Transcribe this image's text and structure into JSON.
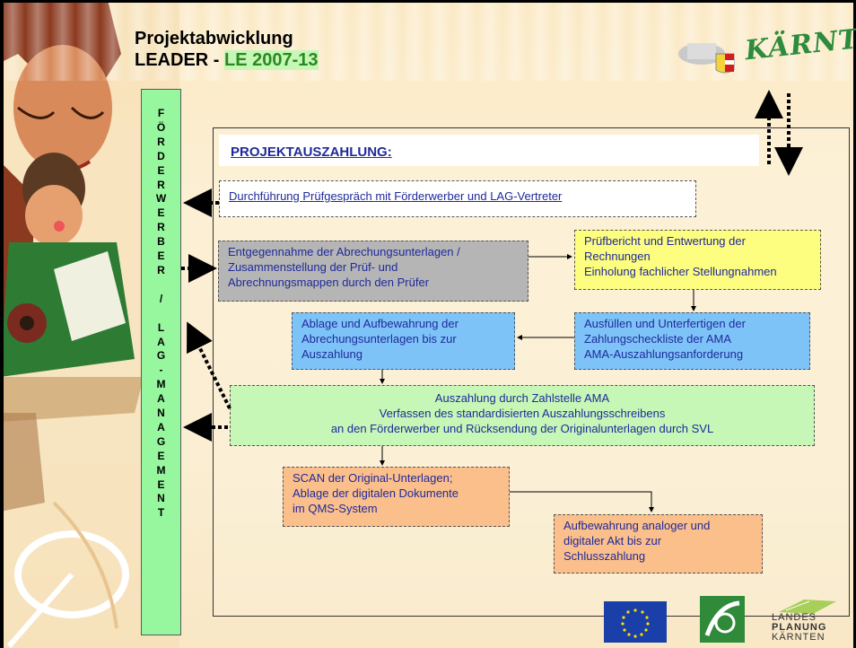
{
  "title": {
    "line1": "Projektabwicklung",
    "line2_prefix": "LEADER - ",
    "line2_accent": "LE 2007-13"
  },
  "logo_text": "KÄRNTEN",
  "sidebar": {
    "letters": [
      "F",
      "Ö",
      "R",
      "D",
      "E",
      "R",
      "W",
      "E",
      "R",
      "B",
      "E",
      "R",
      " ",
      "/",
      " ",
      "L",
      "A",
      "G",
      "-",
      "M",
      "A",
      "N",
      "A",
      "G",
      "E",
      "M",
      "E",
      "N",
      "T"
    ]
  },
  "header": {
    "label": "PROJEKTAUSZAHLUNG:"
  },
  "boxes": {
    "pruefgespraech": "Durchführung Prüfgespräch mit Förderwerber und LAG-Vertreter",
    "entgegennahme": [
      "Entgegennahme der Abrechungsunterlagen /",
      "Zusammenstellung der Prüf- und",
      "Abrechnungsmappen durch den Prüfer"
    ],
    "pruefbericht": [
      "Prüfbericht und Entwertung der",
      "Rechnungen",
      "Einholung fachlicher Stellungnahmen"
    ],
    "ablage": [
      "Ablage und Aufbewahrung der",
      "Abrechungsunterlagen bis zur",
      "Auszahlung"
    ],
    "ausfuellen": [
      "Ausfüllen und Unterfertigen der",
      "Zahlungscheckliste der AMA",
      "AMA-Auszahlungsanforderung"
    ],
    "auszahlung": [
      "Auszahlung durch Zahlstelle AMA",
      "Verfassen des standardisierten Auszahlungsschreibens",
      "an den Förderwerber und Rücksendung der Originalunterlagen durch SVL"
    ],
    "scan": [
      "SCAN der Original-Unterlagen;",
      "Ablage der digitalen Dokumente",
      "im QMS-System"
    ],
    "aufbewahrung": [
      "Aufbewahrung analoger und",
      "digitaler Akt bis zur",
      "Schlusszahlung"
    ]
  },
  "footer": {
    "lp_line1": "LANDES",
    "lp_line2": "PLANUNG",
    "lp_line3": "KÄRNTEN"
  },
  "colors": {
    "sidebar": "#97f79e",
    "gray_box": "#b5b5b5",
    "yellow_box": "#fdfd80",
    "blue_box": "#7ec3f8",
    "green_box": "#c6f7b7",
    "orange_box": "#fbbf8c",
    "text_blue": "#1f2a9a",
    "accent_green": "#2a8a1e"
  }
}
